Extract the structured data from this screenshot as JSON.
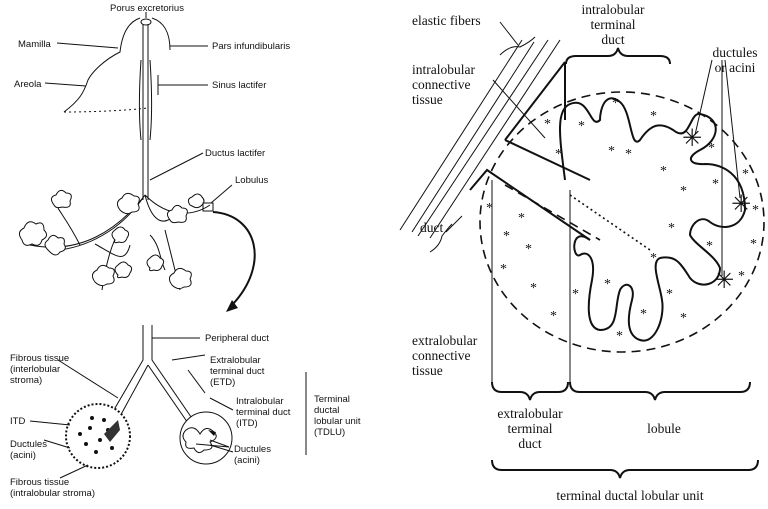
{
  "left_panel": {
    "top_labels": {
      "porus_excretorius": "Porus excretorius",
      "mamilla": "Mamilla",
      "pars_infundibularis": "Pars infundibularis",
      "areola": "Areola",
      "sinus_lactifer": "Sinus lactifer",
      "ductus_lactifer": "Ductus lactifer",
      "lobulus": "Lobulus"
    },
    "bottom_labels": {
      "peripheral_duct": "Peripheral duct",
      "fibrous_interlobular": [
        "Fibrous tissue",
        "(interlobular",
        "stroma)"
      ],
      "etd": [
        "Extralobular",
        "terminal duct",
        "(ETD)"
      ],
      "itd_full": [
        "Intralobular",
        "terminal duct",
        "(ITD)"
      ],
      "tdlu": [
        "Terminal",
        "ductal",
        "lobular unit",
        "(TDLU)"
      ],
      "itd_short": "ITD",
      "ductules_left": [
        "Ductules",
        "(acini)"
      ],
      "ductules_right": [
        "Ductules",
        "(acini)"
      ],
      "fibrous_intralobular": [
        "Fibrous tissue",
        "(intralobular stroma)"
      ]
    }
  },
  "right_panel": {
    "labels": {
      "elastic_fibers": "elastic fibers",
      "intralobular_terminal_duct": [
        "intralobular",
        "terminal",
        "duct"
      ],
      "ductules_or_acini": [
        "ductules",
        "or acini"
      ],
      "intralobular_connective_tissue": [
        "intralobular",
        "connective",
        "tissue"
      ],
      "duct": "duct",
      "extralobular_connective_tissue": [
        "extralobular",
        "connective",
        "tissue"
      ],
      "extralobular_terminal_duct": [
        "extralobular",
        "terminal",
        "duct"
      ],
      "lobule": "lobule",
      "tdlu": "terminal ductal lobular unit"
    },
    "markers": {
      "small": "*",
      "large": "✳"
    }
  }
}
